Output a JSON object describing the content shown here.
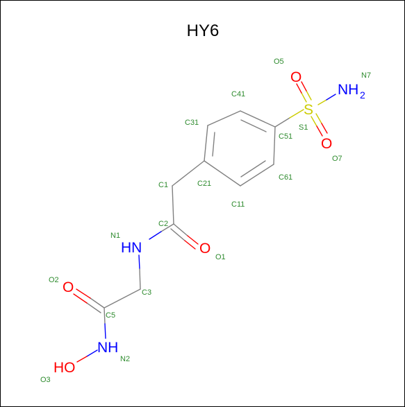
{
  "title": "HY6",
  "colors": {
    "bond": "#808080",
    "atom_label": "#2e8b2e",
    "carbon": "#808080",
    "oxygen": "#ff0000",
    "nitrogen": "#0000ff",
    "sulfur": "#cccc00",
    "frame": "#000000"
  },
  "atom_labels": {
    "O5": "O5",
    "N7": "N7",
    "C41": "C41",
    "S1": "S1",
    "C31": "C31",
    "C51": "C51",
    "O7": "O7",
    "C1": "C1",
    "C21": "C21",
    "C61": "C61",
    "C11": "C11",
    "C2": "C2",
    "N1": "N1",
    "O1": "O1",
    "O2": "O2",
    "C3": "C3",
    "C5": "C5",
    "N2": "N2",
    "O3": "O3"
  },
  "element_symbols": {
    "O5": "O",
    "S1": "S",
    "O7": "O",
    "N7_main": "NH",
    "N7_sub": "2",
    "N1": "HN",
    "O1": "O",
    "O2": "O",
    "N2": "NH",
    "O3": "HO"
  }
}
